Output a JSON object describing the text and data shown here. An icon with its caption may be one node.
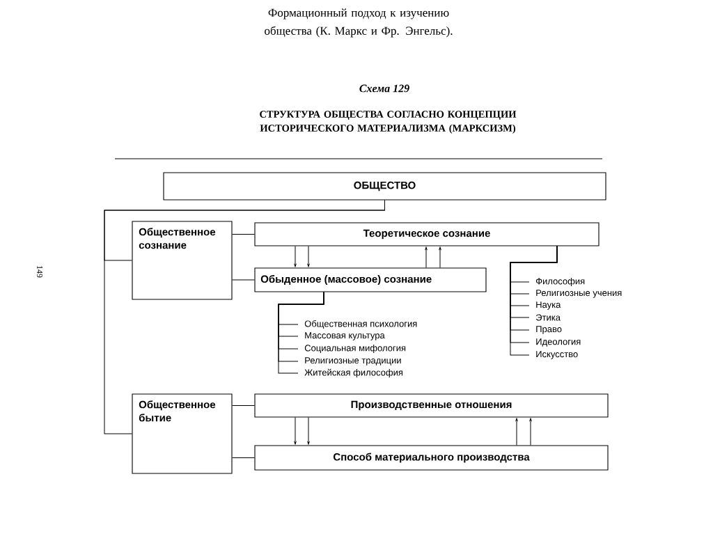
{
  "diagram": {
    "title": "Формационный подход к изучению общества (К. Маркс и Фр. Энгельс).",
    "nodes": [
      {
        "text": [
          "ОБЩЕСТВО"
        ]
      },
      {
        "text": [
          "Общественное сознание"
        ]
      },
      {
        "text": [
          "Теоретическое сознание"
        ]
      },
      {
        "text": [
          "Обыденное (массовое) сознание"
        ]
      },
      {
        "text": [
          "Общественное бытие"
        ]
      },
      {
        "text": [
          "Производственные отношения"
        ]
      },
      {
        "text": [
          "Способ материального производства"
        ]
      },
      {
        "text": [
          "Философия"
        ]
      },
      {
        "text": [
          "Религиозные учения"
        ]
      },
      {
        "text": [
          "Наука"
        ]
      },
      {
        "text": [
          "Этика"
        ]
      },
      {
        "text": [
          "Право"
        ]
      },
      {
        "text": [
          "Идеология"
        ]
      },
      {
        "text": [
          "Искусство"
        ]
      },
      {
        "text": [
          "Общественная психология"
        ]
      },
      {
        "text": [
          "Массовая культура"
        ]
      },
      {
        "text": [
          "Социальная мифология"
        ]
      },
      {
        "text": [
          "Религиозные традиции"
        ]
      },
      {
        "text": [
          "Житейская философия"
        ]
      }
    ],
    "edges": [
      {
        "from": 0,
        "to": 1,
        "arrow": "none"
      },
      {
        "from": 0,
        "to": 4,
        "arrow": "none"
      },
      {
        "from": 1,
        "to": 2,
        "arrow": "none"
      },
      {
        "from": 1,
        "to": 3,
        "arrow": "none"
      },
      {
        "from": 2,
        "to": 3,
        "arrow": "to"
      },
      {
        "from": 2,
        "to": 3,
        "arrow": "to"
      },
      {
        "from": 3,
        "to": 2,
        "arrow": "to"
      },
      {
        "from": 3,
        "to": 2,
        "arrow": "to"
      },
      {
        "from": 4,
        "to": 5,
        "arrow": "none"
      },
      {
        "from": 4,
        "to": 6,
        "arrow": "none"
      },
      {
        "from": 5,
        "to": 6,
        "arrow": "to"
      },
      {
        "from": 5,
        "to": 6,
        "arrow": "to"
      },
      {
        "from": 6,
        "to": 5,
        "arrow": "to"
      },
      {
        "from": 6,
        "to": 5,
        "arrow": "to"
      },
      {
        "from": 2,
        "to": 7,
        "arrow": "none"
      },
      {
        "from": 2,
        "to": 8,
        "arrow": "none"
      },
      {
        "from": 2,
        "to": 9,
        "arrow": "none"
      },
      {
        "from": 2,
        "to": 10,
        "arrow": "none"
      },
      {
        "from": 2,
        "to": 11,
        "arrow": "none"
      },
      {
        "from": 2,
        "to": 12,
        "arrow": "none"
      },
      {
        "from": 2,
        "to": 13,
        "arrow": "none"
      },
      {
        "from": 3,
        "to": 14,
        "arrow": "none"
      },
      {
        "from": 3,
        "to": 15,
        "arrow": "none"
      },
      {
        "from": 3,
        "to": 16,
        "arrow": "none"
      },
      {
        "from": 3,
        "to": 17,
        "arrow": "none"
      },
      {
        "from": 3,
        "to": 18,
        "arrow": "none"
      }
    ],
    "labels": [
      "Схема 129",
      "СТРУКТУРА ОБЩЕСТВА СОГЛАСНО КОНЦЕПЦИИ ИСТОРИЧЕСКОГО МАТЕРИАЛИЗМА (МАРКСИЗМ)",
      "149"
    ]
  }
}
